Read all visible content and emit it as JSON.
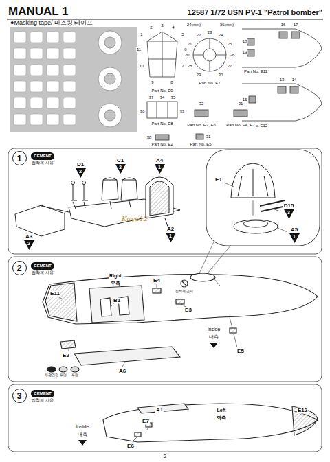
{
  "diagram": {
    "title": "MANUAL 1",
    "nodes": [
      {
        "text": [
          "1"
        ]
      },
      {
        "text": [
          "CEMENT",
          "접착제 사용"
        ]
      },
      {
        "text": [
          "2"
        ]
      },
      {
        "text": [
          "CEMENT",
          "접착제 사용"
        ]
      },
      {
        "text": [
          "3"
        ]
      },
      {
        "text": [
          "CEMENT",
          "접착제 사용"
        ]
      },
      {
        "text": [
          "2"
        ]
      },
      {
        "text": [
          "2"
        ]
      },
      {
        "text": [
          "1"
        ]
      },
      {
        "text": [
          "2"
        ]
      },
      {
        "text": [
          "1"
        ]
      },
      {
        "text": [
          "3"
        ]
      },
      {
        "text": [
          "1"
        ]
      }
    ],
    "labels": [
      "12587 1/72 USN PV-1 \"Patrol bomber\"",
      "●Masking tape/ 마스킹 테이프",
      "1",
      "2",
      "3",
      "4",
      "5",
      "6",
      "7",
      "8",
      "9",
      "10",
      "11",
      "Part No. E9",
      "24(mm)",
      "36(mm)",
      "20",
      "21",
      "22",
      "23",
      "24",
      "25",
      "26",
      "27",
      "28",
      "29",
      "30",
      "Part No. E7",
      "16",
      "17",
      "18",
      "19",
      "Part No. E11",
      "13",
      "14",
      "15",
      "Part No. E12",
      "37",
      "34",
      "35",
      "36",
      "33",
      "Part No. E8",
      "32",
      "Part No. E3, E6",
      "31",
      "Part No. E4, E7",
      "38",
      "Part No. E2",
      "31",
      "Part No. E5",
      "D1",
      "C1",
      "A4",
      "A3",
      "A2",
      "Kayu12",
      "E1",
      "D15",
      "A5",
      "Right",
      "우측",
      "E4",
      "B1",
      "E3",
      "접착제 금지",
      "E11",
      "Inside",
      "내측",
      "E5",
      "E2",
      "무광검정",
      "투명",
      "투명",
      "A6",
      "A1",
      "Left",
      "좌측",
      "E12",
      "Inside",
      "내측",
      "E7",
      "E6",
      "2"
    ]
  }
}
